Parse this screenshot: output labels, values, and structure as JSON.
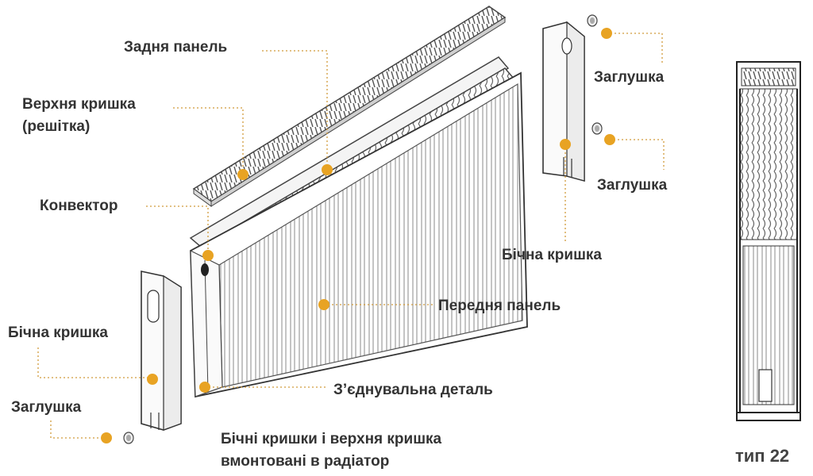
{
  "accent_color": "#E8A323",
  "labels": {
    "rear_panel": "Задня панель",
    "top_cover_line1": "Верхня кришка",
    "top_cover_line2": "(решітка)",
    "convector": "Конвектор",
    "side_cover_left": "Бічна кришка",
    "plug_left": "Заглушка",
    "plug_right_top": "Заглушка",
    "plug_right_mid": "Заглушка",
    "side_cover_right": "Бічна кришка",
    "front_panel": "Передня панель",
    "connector": "З’єднувальна деталь",
    "note_line1": "Бічні кришки і верхня кришка",
    "note_line2": "вмонтовані в радіатор"
  },
  "side_view": {
    "type_label": "тип 22"
  }
}
